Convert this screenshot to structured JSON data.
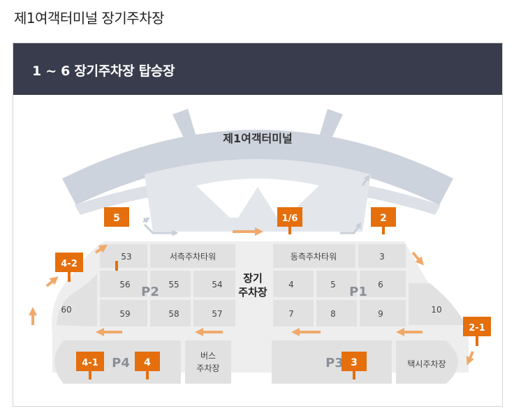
{
  "page": {
    "title": "제1여객터미널 장기주차장"
  },
  "panel": {
    "header_title": "1 ~ 6 장기주차장 탑승장"
  },
  "map": {
    "terminal_label": "제1여객터미널",
    "center_label_line1": "장기",
    "center_label_line2": "주차장",
    "zones": {
      "p1": "P1",
      "p2": "P2",
      "p3": "P3",
      "p4": "P4"
    },
    "towers": {
      "west": "서측주차타워",
      "east": "동측주차타워"
    },
    "bus_parking_line1": "버스",
    "bus_parking_line2": "주차장",
    "taxi_parking": "택시주차장",
    "blocks": {
      "b53": "53",
      "b56": "56",
      "b55": "55",
      "b54": "54",
      "b59": "59",
      "b58": "58",
      "b57": "57",
      "b60": "60",
      "b3": "3",
      "b4": "4",
      "b5": "5",
      "b6": "6",
      "b7": "7",
      "b8": "8",
      "b9": "9",
      "b10": "10"
    },
    "stops": {
      "s5": "5",
      "s16": "1/6",
      "s2": "2",
      "s42": "4-2",
      "s21": "2-1",
      "s41": "4-1",
      "s4": "4",
      "s3": "3"
    },
    "colors": {
      "stop_orange": "#e46f0c",
      "arrow_orange": "#f0a96a",
      "road": "#eeeeee",
      "block_gray": "#e1e1e1",
      "terminal_gray": "#cdd3dc",
      "header_navy": "#393c4c"
    }
  }
}
